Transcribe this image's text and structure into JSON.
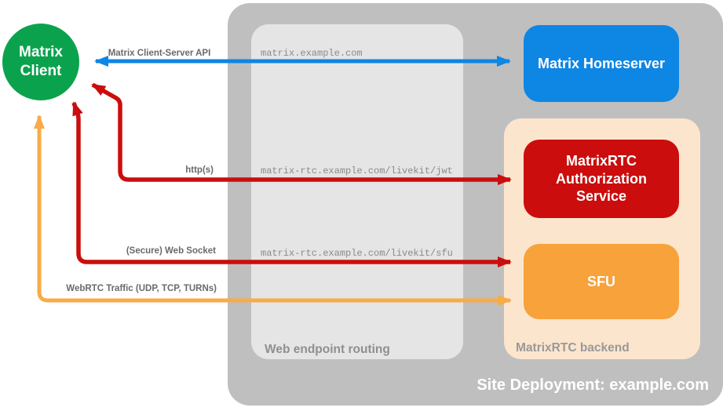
{
  "client": {
    "label": "Matrix Client",
    "color": "#0ba24e"
  },
  "boxes": {
    "site": {
      "label": "Site Deployment: example.com",
      "color": "#bfbfbf"
    },
    "routing": {
      "label": "Web endpoint routing",
      "color": "#e5e5e5"
    },
    "backend": {
      "label": "MatrixRTC backend",
      "color": "#fce5cd"
    }
  },
  "nodes": {
    "homeserver": {
      "label": "Matrix Homeserver",
      "color": "#0e86e4"
    },
    "auth_service": {
      "label": "MatrixRTC Authorization Service",
      "color": "#cb0d0d"
    },
    "sfu": {
      "label": "SFU",
      "color": "#f7a23b"
    }
  },
  "connections": [
    {
      "label": "Matrix Client-Server API",
      "endpoint": "matrix.example.com",
      "color": "#0e86e4",
      "from": "Matrix Client",
      "to": "Matrix Homeserver",
      "bidirectional": true
    },
    {
      "label": "http(s)",
      "endpoint": "matrix-rtc.example.com/livekit/jwt",
      "color": "#cc0d0d",
      "from": "Matrix Client",
      "to": "MatrixRTC Authorization Service",
      "bidirectional": true
    },
    {
      "label": "(Secure) Web Socket",
      "endpoint": "matrix-rtc.example.com/livekit/sfu",
      "color": "#cc0d0d",
      "from": "Matrix Client",
      "to": "SFU",
      "bidirectional": true
    },
    {
      "label": "WebRTC Traffic (UDP, TCP, TURNs)",
      "endpoint": "",
      "color": "#f8ab47",
      "from": "Matrix Client",
      "to": "SFU",
      "bidirectional": true
    }
  ]
}
